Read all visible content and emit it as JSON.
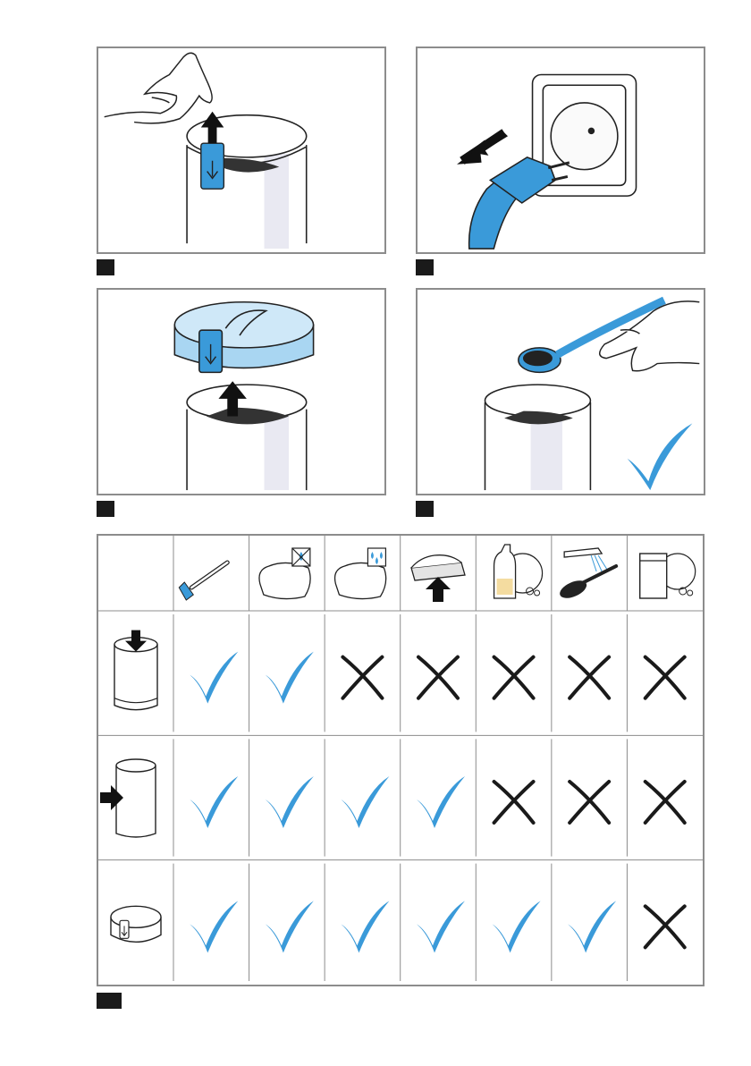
{
  "colors": {
    "accent_blue": "#3a9ad9",
    "light_blue": "#a9d6f2",
    "cross_black": "#1a1a1a",
    "frame_grey": "#8c8c8c"
  },
  "panels": [
    {
      "id": "press-release-lid",
      "icons": [
        "finger-icon",
        "lid-release-arrow-icon"
      ]
    },
    {
      "id": "unplug",
      "icons": [
        "wall-socket-icon",
        "plug-icon",
        "pull-arrow-icon"
      ]
    },
    {
      "id": "remove-lid",
      "icons": [
        "lid-icon",
        "up-arrow-icon",
        "grinder-bowl-icon"
      ]
    },
    {
      "id": "remove-ground-coffee",
      "icons": [
        "spoon-icon",
        "hand-icon",
        "check-icon"
      ]
    }
  ],
  "cleaning_table": {
    "columns": [
      "brush-icon",
      "dry-cloth-icon",
      "damp-cloth-icon",
      "sponge-icon",
      "dish-soap-icon",
      "running-water-brush-icon",
      "dishwasher-icon"
    ],
    "rows": [
      {
        "part": "motor-base-icon",
        "allowed": [
          true,
          true,
          false,
          false,
          false,
          false,
          false
        ]
      },
      {
        "part": "housing-icon",
        "allowed": [
          true,
          true,
          true,
          true,
          false,
          false,
          false
        ]
      },
      {
        "part": "lid-icon",
        "allowed": [
          true,
          true,
          true,
          true,
          true,
          true,
          false
        ]
      }
    ]
  }
}
